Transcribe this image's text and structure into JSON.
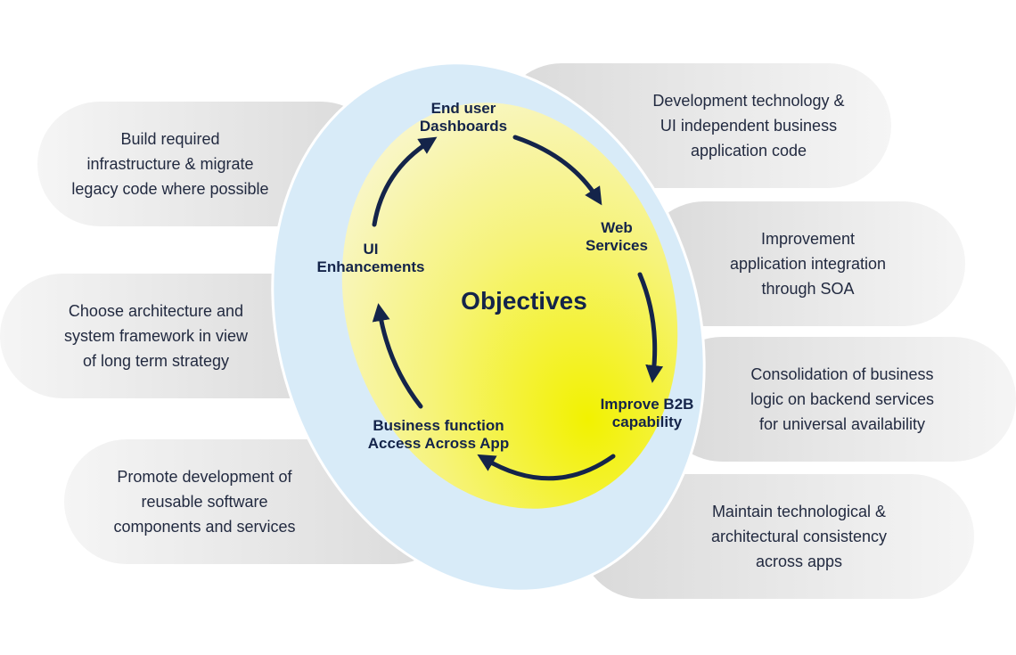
{
  "center": {
    "title": "Objectives"
  },
  "cycle": {
    "dashboards": "End user\nDashboards",
    "web_services": "Web\nServices",
    "b2b": "Improve B2B\ncapability",
    "business": "Business function\nAccess Across App",
    "ui": "UI\nEnhancements"
  },
  "left_items": [
    "Build required\ninfrastructure &  migrate\nlegacy code where possible",
    "Choose architecture and\nsystem framework in view\nof long term strategy",
    "Promote development of\nreusable software\ncomponents and services"
  ],
  "right_items": [
    "Development technology &\nUI independent business\napplication code",
    "Improvement\napplication integration\nthrough SOA",
    "Consolidation of business\nlogic on backend services\nfor universal availability",
    "Maintain technological &\narchitectural consistency\nacross apps"
  ],
  "colors": {
    "outer_ring": "#d8ebf8",
    "inner_fill_start": "#f8f8c0",
    "inner_fill_end": "#f2f200",
    "arrow": "#14244a"
  }
}
